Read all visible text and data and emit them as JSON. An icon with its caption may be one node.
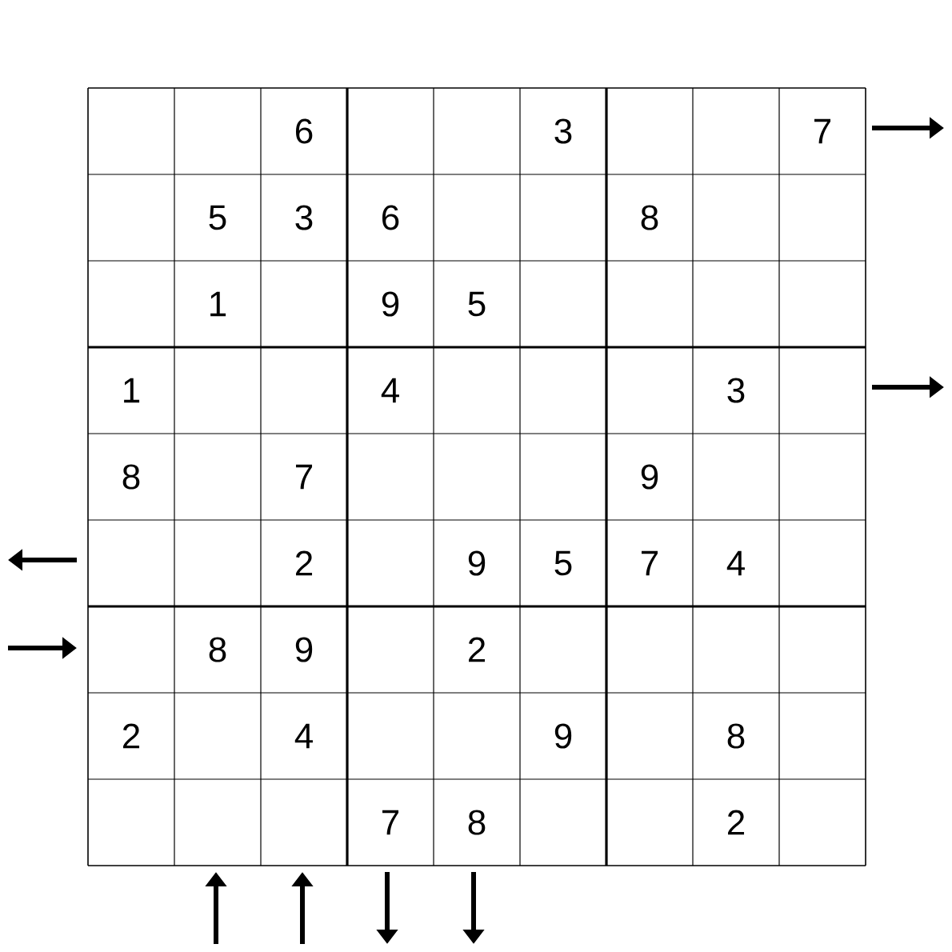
{
  "diagram": {
    "labels": [
      "6",
      "3",
      "7",
      "5",
      "3",
      "6",
      "8",
      "1",
      "9",
      "5",
      "1",
      "4",
      "3",
      "8",
      "7",
      "9",
      "2",
      "9",
      "5",
      "7",
      "4",
      "8",
      "9",
      "2",
      "2",
      "4",
      "9",
      "8",
      "7",
      "8",
      "2"
    ]
  }
}
